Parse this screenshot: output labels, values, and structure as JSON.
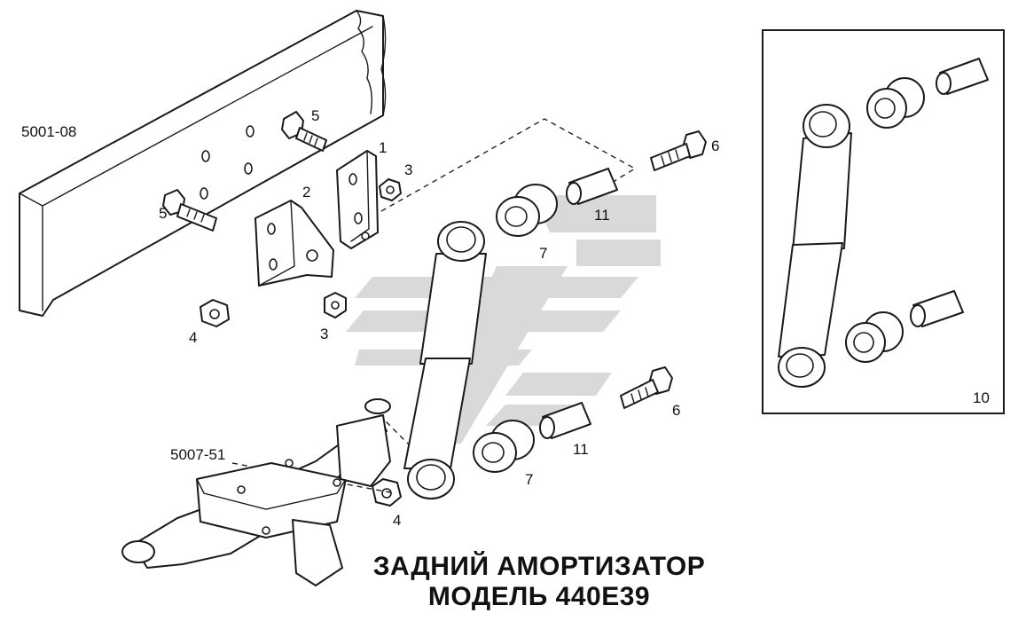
{
  "title": {
    "line1": "ЗАДНИЙ АМОРТИЗАТОР",
    "line2": "МОДЕЛЬ 440E39"
  },
  "codes": {
    "frame": "5001-08",
    "axle": "5007-51"
  },
  "callouts": {
    "c1": "1",
    "c2": "2",
    "c3a": "3",
    "c3b": "3",
    "c4a": "4",
    "c4b": "4",
    "c5a": "5",
    "c5b": "5",
    "c6a": "6",
    "c6b": "6",
    "c7a": "7",
    "c7b": "7",
    "c10": "10",
    "c11a": "11",
    "c11b": "11"
  }
}
